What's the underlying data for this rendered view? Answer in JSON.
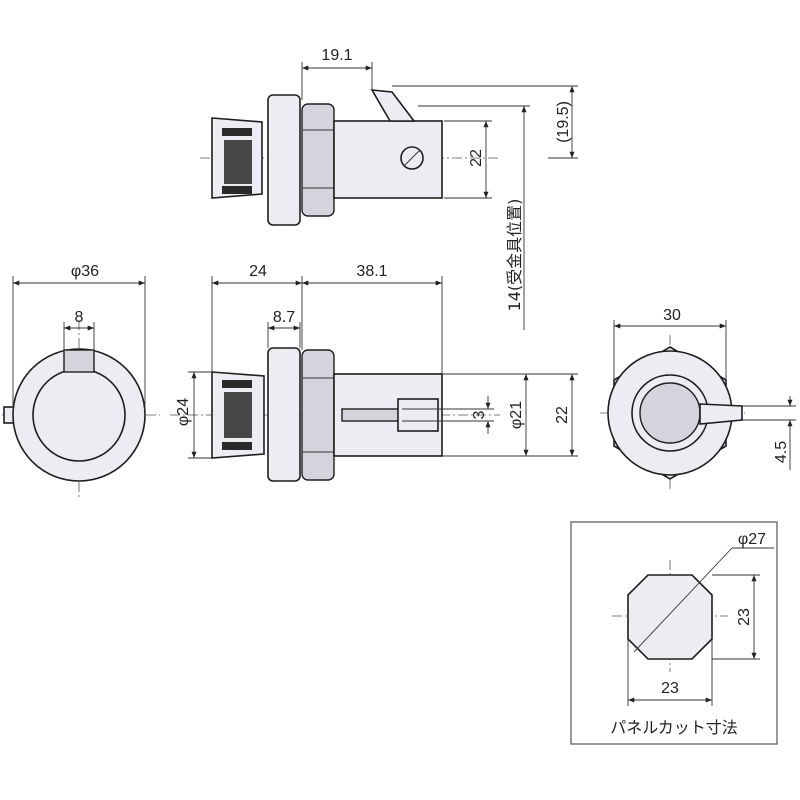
{
  "dimensions": {
    "top_width": "19.1",
    "top_height": "22",
    "top_offset": "(19.5)",
    "top_side_note": "14(受金具位置)",
    "front_dia": "φ36",
    "front_key": "8",
    "side_front": "24",
    "side_body": "38.1",
    "side_flange": "8.7",
    "side_dia": "φ24",
    "side_pin": "3",
    "side_dia2": "φ21",
    "side_height": "22",
    "rear_width": "30",
    "rear_offset": "4.5",
    "cut_dia": "φ27",
    "cut_height": "23",
    "cut_width": "23"
  },
  "panel_cut_caption": "パネルカット寸法",
  "colors": {
    "body": "#ececf2",
    "line": "#1e1e1e",
    "knurl": "#2a2a2a"
  }
}
